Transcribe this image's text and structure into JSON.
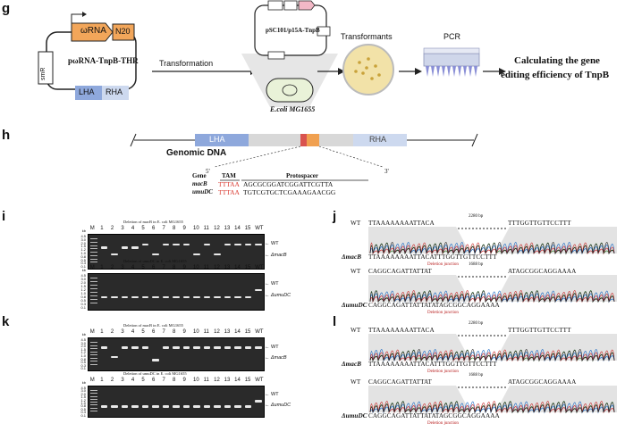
{
  "panels": {
    "g": "g",
    "h": "h",
    "i": "i",
    "j": "j",
    "k": "k",
    "l": "l"
  },
  "g": {
    "plasmid1_rna": "ωRNA",
    "plasmid1_n20": "N20",
    "plasmid1_marker": "smR",
    "plasmid1_lha": "LHA",
    "plasmid1_rha": "RHA",
    "plasmid1_name": "pωRNA-TnpB-THR",
    "arrow_label": "Transformation",
    "plasmid2_name": "pSC101/p15A-TnpB",
    "strain": "E.coli MG1655",
    "transformants": "Transformants",
    "pcr": "PCR",
    "result_line1": "Calculating the gene",
    "result_line2": "editing efficiency of TnpB"
  },
  "h": {
    "genomic": "Genomic DNA",
    "lha": "LHA",
    "rha": "RHA",
    "five": "5'",
    "three": "3'",
    "col_gene": "Gene",
    "col_tam": "TAM",
    "col_proto": "Protospacer",
    "rows": [
      {
        "gene": "macB",
        "tam": "TTTAA",
        "proto": "AGCGCGGATCGGATTCGTTA"
      },
      {
        "gene": "umuDC",
        "tam": "TTTAA",
        "proto": "TGTCGTGCTCGAAAGAACGG"
      }
    ]
  },
  "gels": {
    "lanes": [
      "M",
      "1",
      "2",
      "3",
      "4",
      "5",
      "6",
      "7",
      "8",
      "9",
      "10",
      "11",
      "12",
      "13",
      "14",
      "15",
      "WT"
    ],
    "kb": "kb",
    "ladder": [
      "4.5",
      "3.0",
      "2.0",
      "1.5",
      "1.2",
      "1.0",
      "0.8",
      "0.5",
      "0.3",
      "0.1"
    ],
    "titles": [
      "Deletion of macB in E. coli MG1655",
      "Deletion of umuDC in E. coli MG1655",
      "Deletion of macB in E. coli MG1655",
      "Deletion of umuDC in E. coli MG1655"
    ],
    "wt": "WT",
    "dmacb": "ΔmacB",
    "dumudc": "ΔumuDC"
  },
  "seq": {
    "wt": "WT",
    "macb_top": "TTAAAAAAAATTACA",
    "macb_top2": "TTTGGTTGTTCCTTT",
    "macb_bp": "2280 bp",
    "macb_label": "ΔmacB",
    "macb_bottom": "TTAAAAAAAATTACATTTGGTTGTTCCTTT",
    "umu_top": "CAGGCAGATTATTAT",
    "umu_top2": "ATAGCGGCAGGAAAA",
    "umu_bp": "1688 bp",
    "umu_label": "ΔumuDC",
    "umu_bottom": "CAGGCAGATTATTATATAGCGGCAGGAAAA",
    "junction": "Deletion junction"
  },
  "colors": {
    "lha": "#6f8fcf",
    "rha": "#c9d6ee",
    "grey": "#d8d8d8",
    "red": "#d9534f",
    "orange": "#f0a050",
    "rna": "#f2a65a",
    "tam_red": "#d9382f"
  }
}
